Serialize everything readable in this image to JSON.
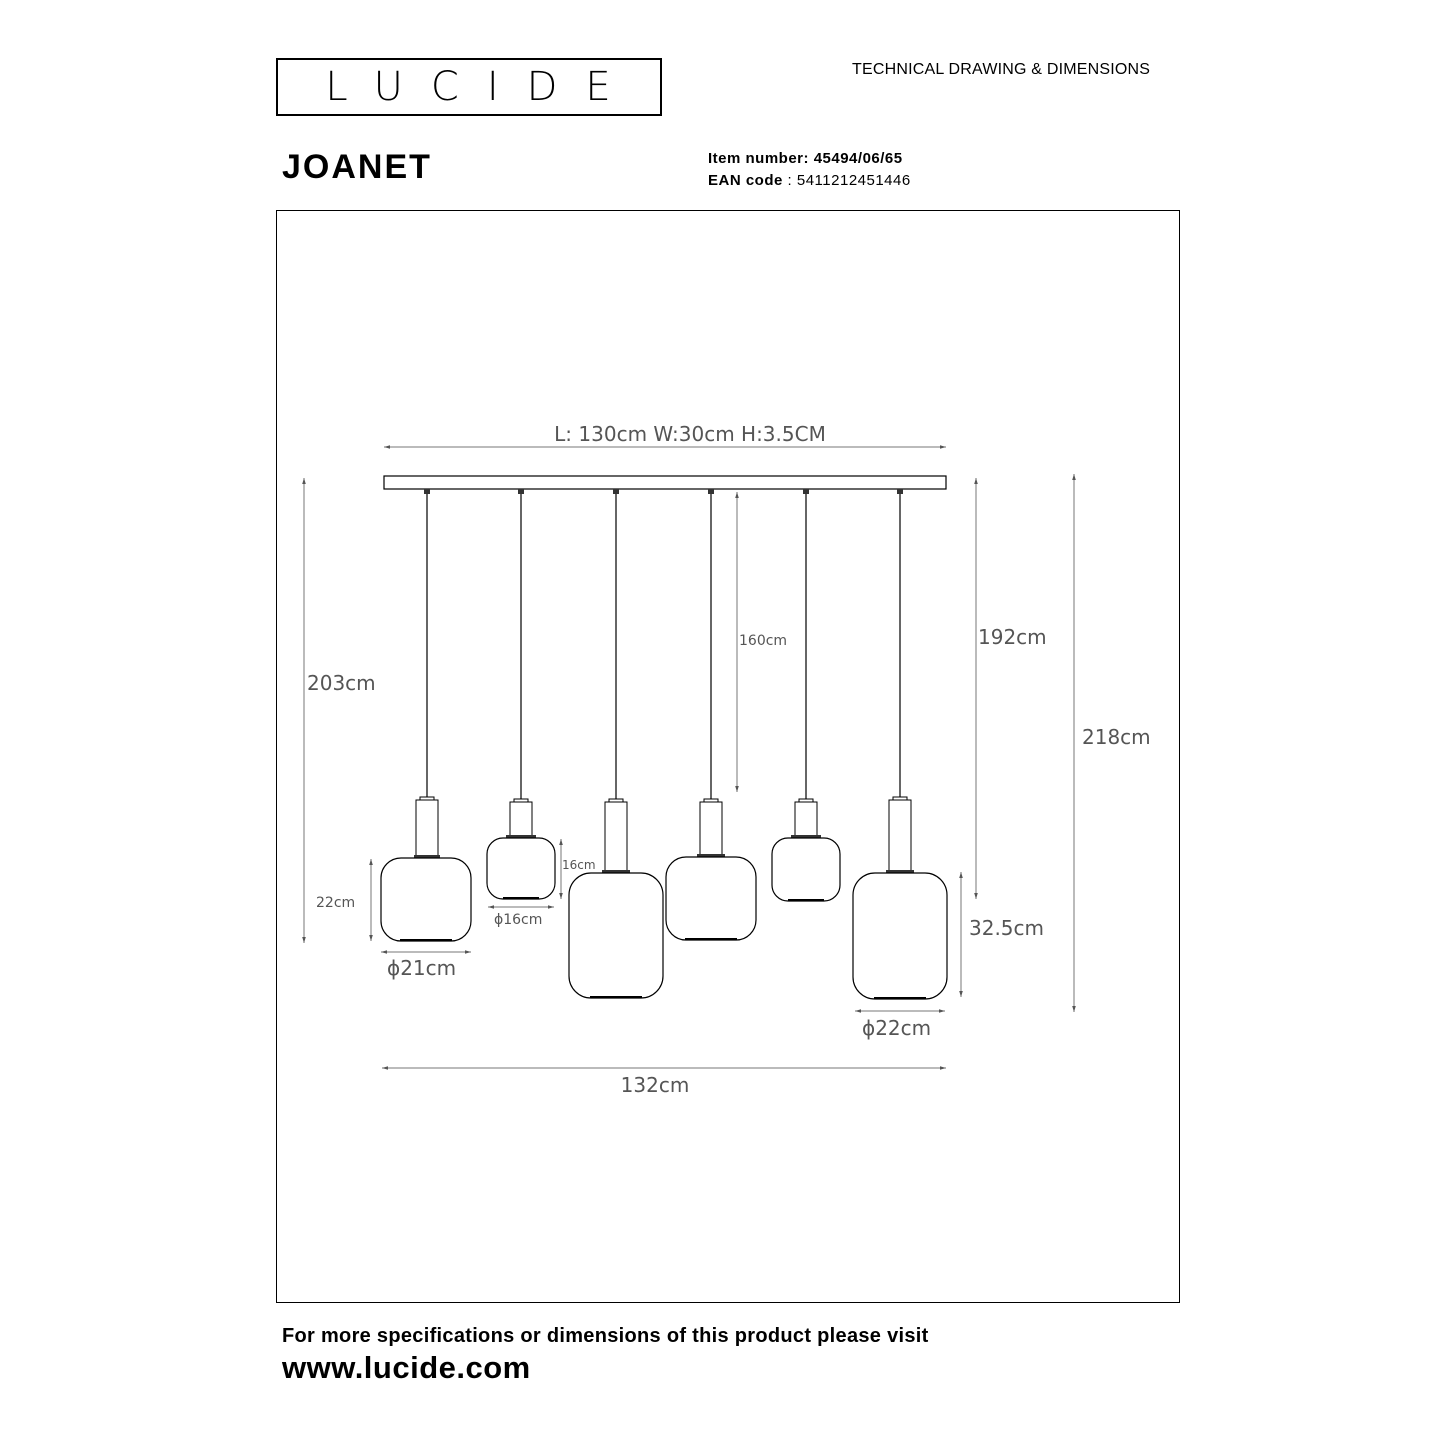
{
  "brand": {
    "logo_text": "LUCIDE"
  },
  "header": {
    "title": "TECHNICAL DRAWING & DIMENSIONS"
  },
  "product": {
    "name": "JOANET",
    "item_label": "Item number",
    "item_number": "45494/06/65",
    "ean_label": "EAN code",
    "ean_code": "5411212451446"
  },
  "drawing": {
    "canopy_dims": "L: 130cm  W:30cm  H:3.5CM",
    "total_height_left": "203cm",
    "cable_length": "160cm",
    "drop_height": "192cm",
    "total_height_right": "218cm",
    "shade_height_small_left": "22cm",
    "shade_height_tiny": "16cm",
    "shade_height_tall": "32.5cm",
    "diameter_left": "ϕ21cm",
    "diameter_tiny": "ϕ16cm",
    "diameter_right": "ϕ22cm",
    "overall_width": "132cm"
  },
  "footer": {
    "line": "For more specifications or dimensions of this product please visit",
    "url": "www.lucide.com"
  }
}
